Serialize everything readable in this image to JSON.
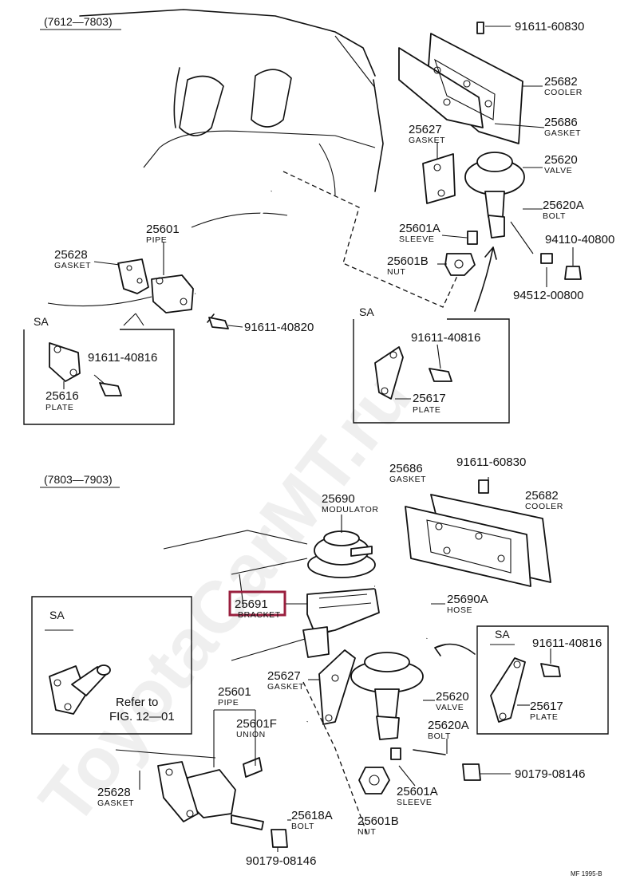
{
  "watermark": "ToyotaCarMT.ru",
  "section_top": {
    "period": "(7612—7803)",
    "callouts": [
      {
        "id": "cooler",
        "number": "25682",
        "name": "COOLER"
      },
      {
        "id": "cooler-gasket",
        "number": "25686",
        "name": "GASKET"
      },
      {
        "id": "screw-top",
        "number": "91611-60830",
        "name": ""
      },
      {
        "id": "valve-gasket",
        "number": "25627",
        "name": "GASKET"
      },
      {
        "id": "valve",
        "number": "25620",
        "name": "VALVE"
      },
      {
        "id": "bolt",
        "number": "25620A",
        "name": "BOLT"
      },
      {
        "id": "sleeve",
        "number": "25601A",
        "name": "SLEEVE"
      },
      {
        "id": "stud-nut",
        "number": "94110-40800",
        "name": ""
      },
      {
        "id": "nut",
        "number": "25601B",
        "name": "NUT"
      },
      {
        "id": "washer",
        "number": "94512-00800",
        "name": ""
      },
      {
        "id": "pipe",
        "number": "25601",
        "name": "PIPE"
      },
      {
        "id": "pipe-gasket",
        "number": "25628",
        "name": "GASKET"
      },
      {
        "id": "bolt-pipe",
        "number": "91611-40820",
        "name": ""
      }
    ],
    "sa_left": {
      "label": "SA",
      "callouts": [
        {
          "id": "sa-bolt",
          "number": "91611-40816",
          "name": ""
        },
        {
          "id": "plate",
          "number": "25616",
          "name": "PLATE"
        }
      ]
    },
    "sa_right": {
      "label": "SA",
      "callouts": [
        {
          "id": "sa-bolt",
          "number": "91611-40816",
          "name": ""
        },
        {
          "id": "plate",
          "number": "25617",
          "name": "PLATE"
        }
      ]
    }
  },
  "section_bottom": {
    "period": "(7803—7903)",
    "callouts": [
      {
        "id": "cooler-gasket",
        "number": "25686",
        "name": "GASKET"
      },
      {
        "id": "screw-top",
        "number": "91611-60830",
        "name": ""
      },
      {
        "id": "cooler",
        "number": "25682",
        "name": "COOLER"
      },
      {
        "id": "modulator",
        "number": "25690",
        "name": "MODULATOR"
      },
      {
        "id": "bracket",
        "number": "25691",
        "name": "BRACKET"
      },
      {
        "id": "hose",
        "number": "25690A",
        "name": "HOSE"
      },
      {
        "id": "valve-gasket",
        "number": "25627",
        "name": "GASKET"
      },
      {
        "id": "valve",
        "number": "25620",
        "name": "VALVE"
      },
      {
        "id": "pipe",
        "number": "25601",
        "name": "PIPE"
      },
      {
        "id": "union",
        "number": "25601F",
        "name": "UNION"
      },
      {
        "id": "bolt",
        "number": "25620A",
        "name": "BOLT"
      },
      {
        "id": "screw-bottom",
        "number": "90179-08146",
        "name": ""
      },
      {
        "id": "pipe-gasket",
        "number": "25628",
        "name": "GASKET"
      },
      {
        "id": "sleeve",
        "number": "25601A",
        "name": "SLEEVE"
      },
      {
        "id": "bolt-pipe",
        "number": "25618A",
        "name": "BOLT"
      },
      {
        "id": "nut",
        "number": "25601B",
        "name": "NUT"
      },
      {
        "id": "screw-pipe",
        "number": "90179-08146",
        "name": ""
      }
    ],
    "sa_left": {
      "label": "SA",
      "refer": "Refer to",
      "refer_fig": "FIG. 12—01"
    },
    "sa_right": {
      "label": "SA",
      "callouts": [
        {
          "id": "sa-bolt",
          "number": "91611-40816",
          "name": ""
        },
        {
          "id": "plate",
          "number": "25617",
          "name": "PLATE"
        }
      ]
    },
    "highlighted": "25691"
  },
  "footer": "MF 1995-B"
}
